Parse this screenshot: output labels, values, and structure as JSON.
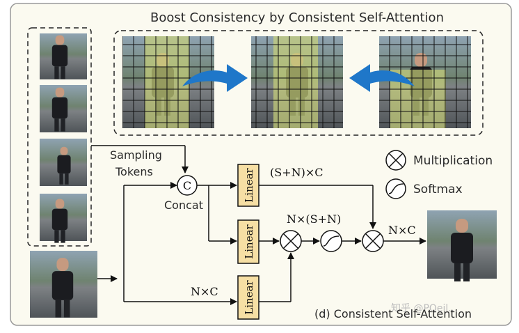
{
  "title": "Boost Consistency by Consistent Self-Attention",
  "caption": "(d) Consistent Self-Attention",
  "watermark": "知乎 @PQeil...",
  "labels": {
    "sampling_line1": "Sampling",
    "sampling_line2": "Tokens",
    "concat_symbol": "C",
    "concat": "Concat",
    "linear": "Linear",
    "dim_top": "(S+N)×C",
    "dim_mid": "N×(S+N)",
    "dim_out": "N×C",
    "dim_bottom": "N×C"
  },
  "legend": {
    "multiplication": "Multiplication",
    "softmax": "Softmax"
  },
  "colors": {
    "panel_bg": "#fbfaf0",
    "panel_border": "#9a9a9a",
    "linear_fill": "#f6dfa4",
    "arrow_blue": "#1f77c9",
    "highlight": "#c9d27a"
  }
}
